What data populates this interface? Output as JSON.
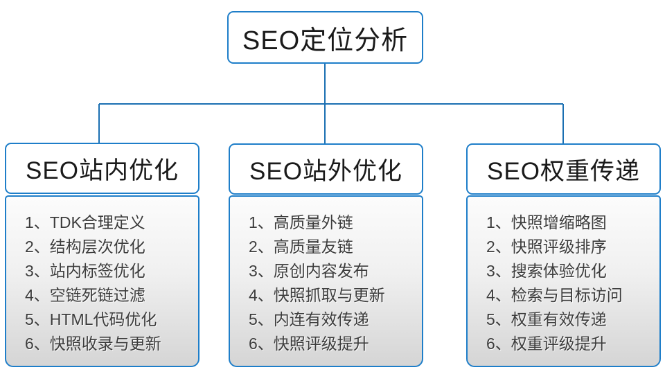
{
  "diagram": {
    "root": {
      "label": "SEO定位分析"
    },
    "branches": [
      {
        "title": "SEO站内优化",
        "items": [
          "1、TDK合理定义",
          "2、结构层次优化",
          "3、站内标签优化",
          "4、空链死链过滤",
          "5、HTML代码优化",
          "6、快照收录与更新"
        ]
      },
      {
        "title": "SEO站外优化",
        "items": [
          "1、高质量外链",
          "2、高质量友链",
          "3、原创内容发布",
          "4、快照抓取与更新",
          "5、内连有效传递",
          "6、快照评级提升"
        ]
      },
      {
        "title": "SEO权重传递",
        "items": [
          "1、快照增缩略图",
          "2、快照评级排序",
          "3、搜索体验优化",
          "4、检索与目标访问",
          "5、权重有效传递",
          "6、权重评级提升"
        ]
      }
    ],
    "colors": {
      "box_border": "#1e7ec9",
      "connector": "#1a6fb2",
      "title_text": "#1a1a1a",
      "item_text": "#3c3c3c",
      "list_gradient_top": "#fcfcfc",
      "list_gradient_bottom": "#d5d5d5",
      "background": "#ffffff"
    }
  }
}
